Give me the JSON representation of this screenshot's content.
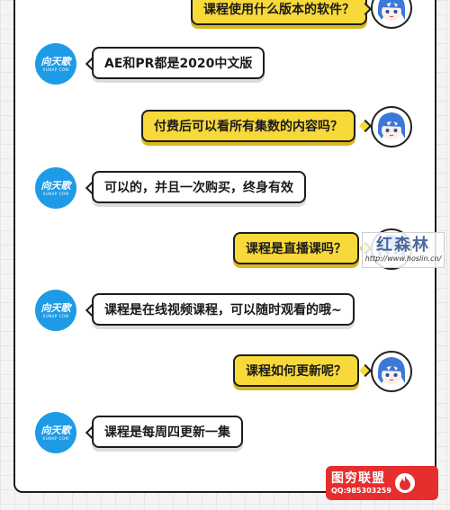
{
  "colors": {
    "user_bubble": "#f8d93a",
    "bot_bubble": "#ffffff",
    "bot_avatar": "#1e9be6",
    "badge": "#e62e2e"
  },
  "bot_avatar": {
    "logo_main": "向天歌",
    "logo_sub": "XUNAP COM"
  },
  "messages": [
    {
      "sender": "user",
      "text": "课程使用什么版本的软件？"
    },
    {
      "sender": "bot",
      "text": "AE和PR都是2020中文版"
    },
    {
      "sender": "user",
      "text": "付费后可以看所有集数的内容吗？"
    },
    {
      "sender": "bot",
      "text": "可以的，并且一次购买，终身有效"
    },
    {
      "sender": "user",
      "text": "课程是直播课吗？"
    },
    {
      "sender": "bot",
      "text": "课程是在线视频课程，可以随时观看的哦~"
    },
    {
      "sender": "user",
      "text": "课程如何更新呢？"
    },
    {
      "sender": "bot",
      "text": "课程是每周四更新一集"
    }
  ],
  "watermark_site": {
    "main": "红森林",
    "url": "http://www.hoslin.cn/"
  },
  "watermark_badge": {
    "title": "图穷联盟",
    "qq": "QQ:985303259"
  },
  "icons": {
    "user_avatar": "anime-girl-avatar-icon",
    "badge": "flame-icon"
  }
}
